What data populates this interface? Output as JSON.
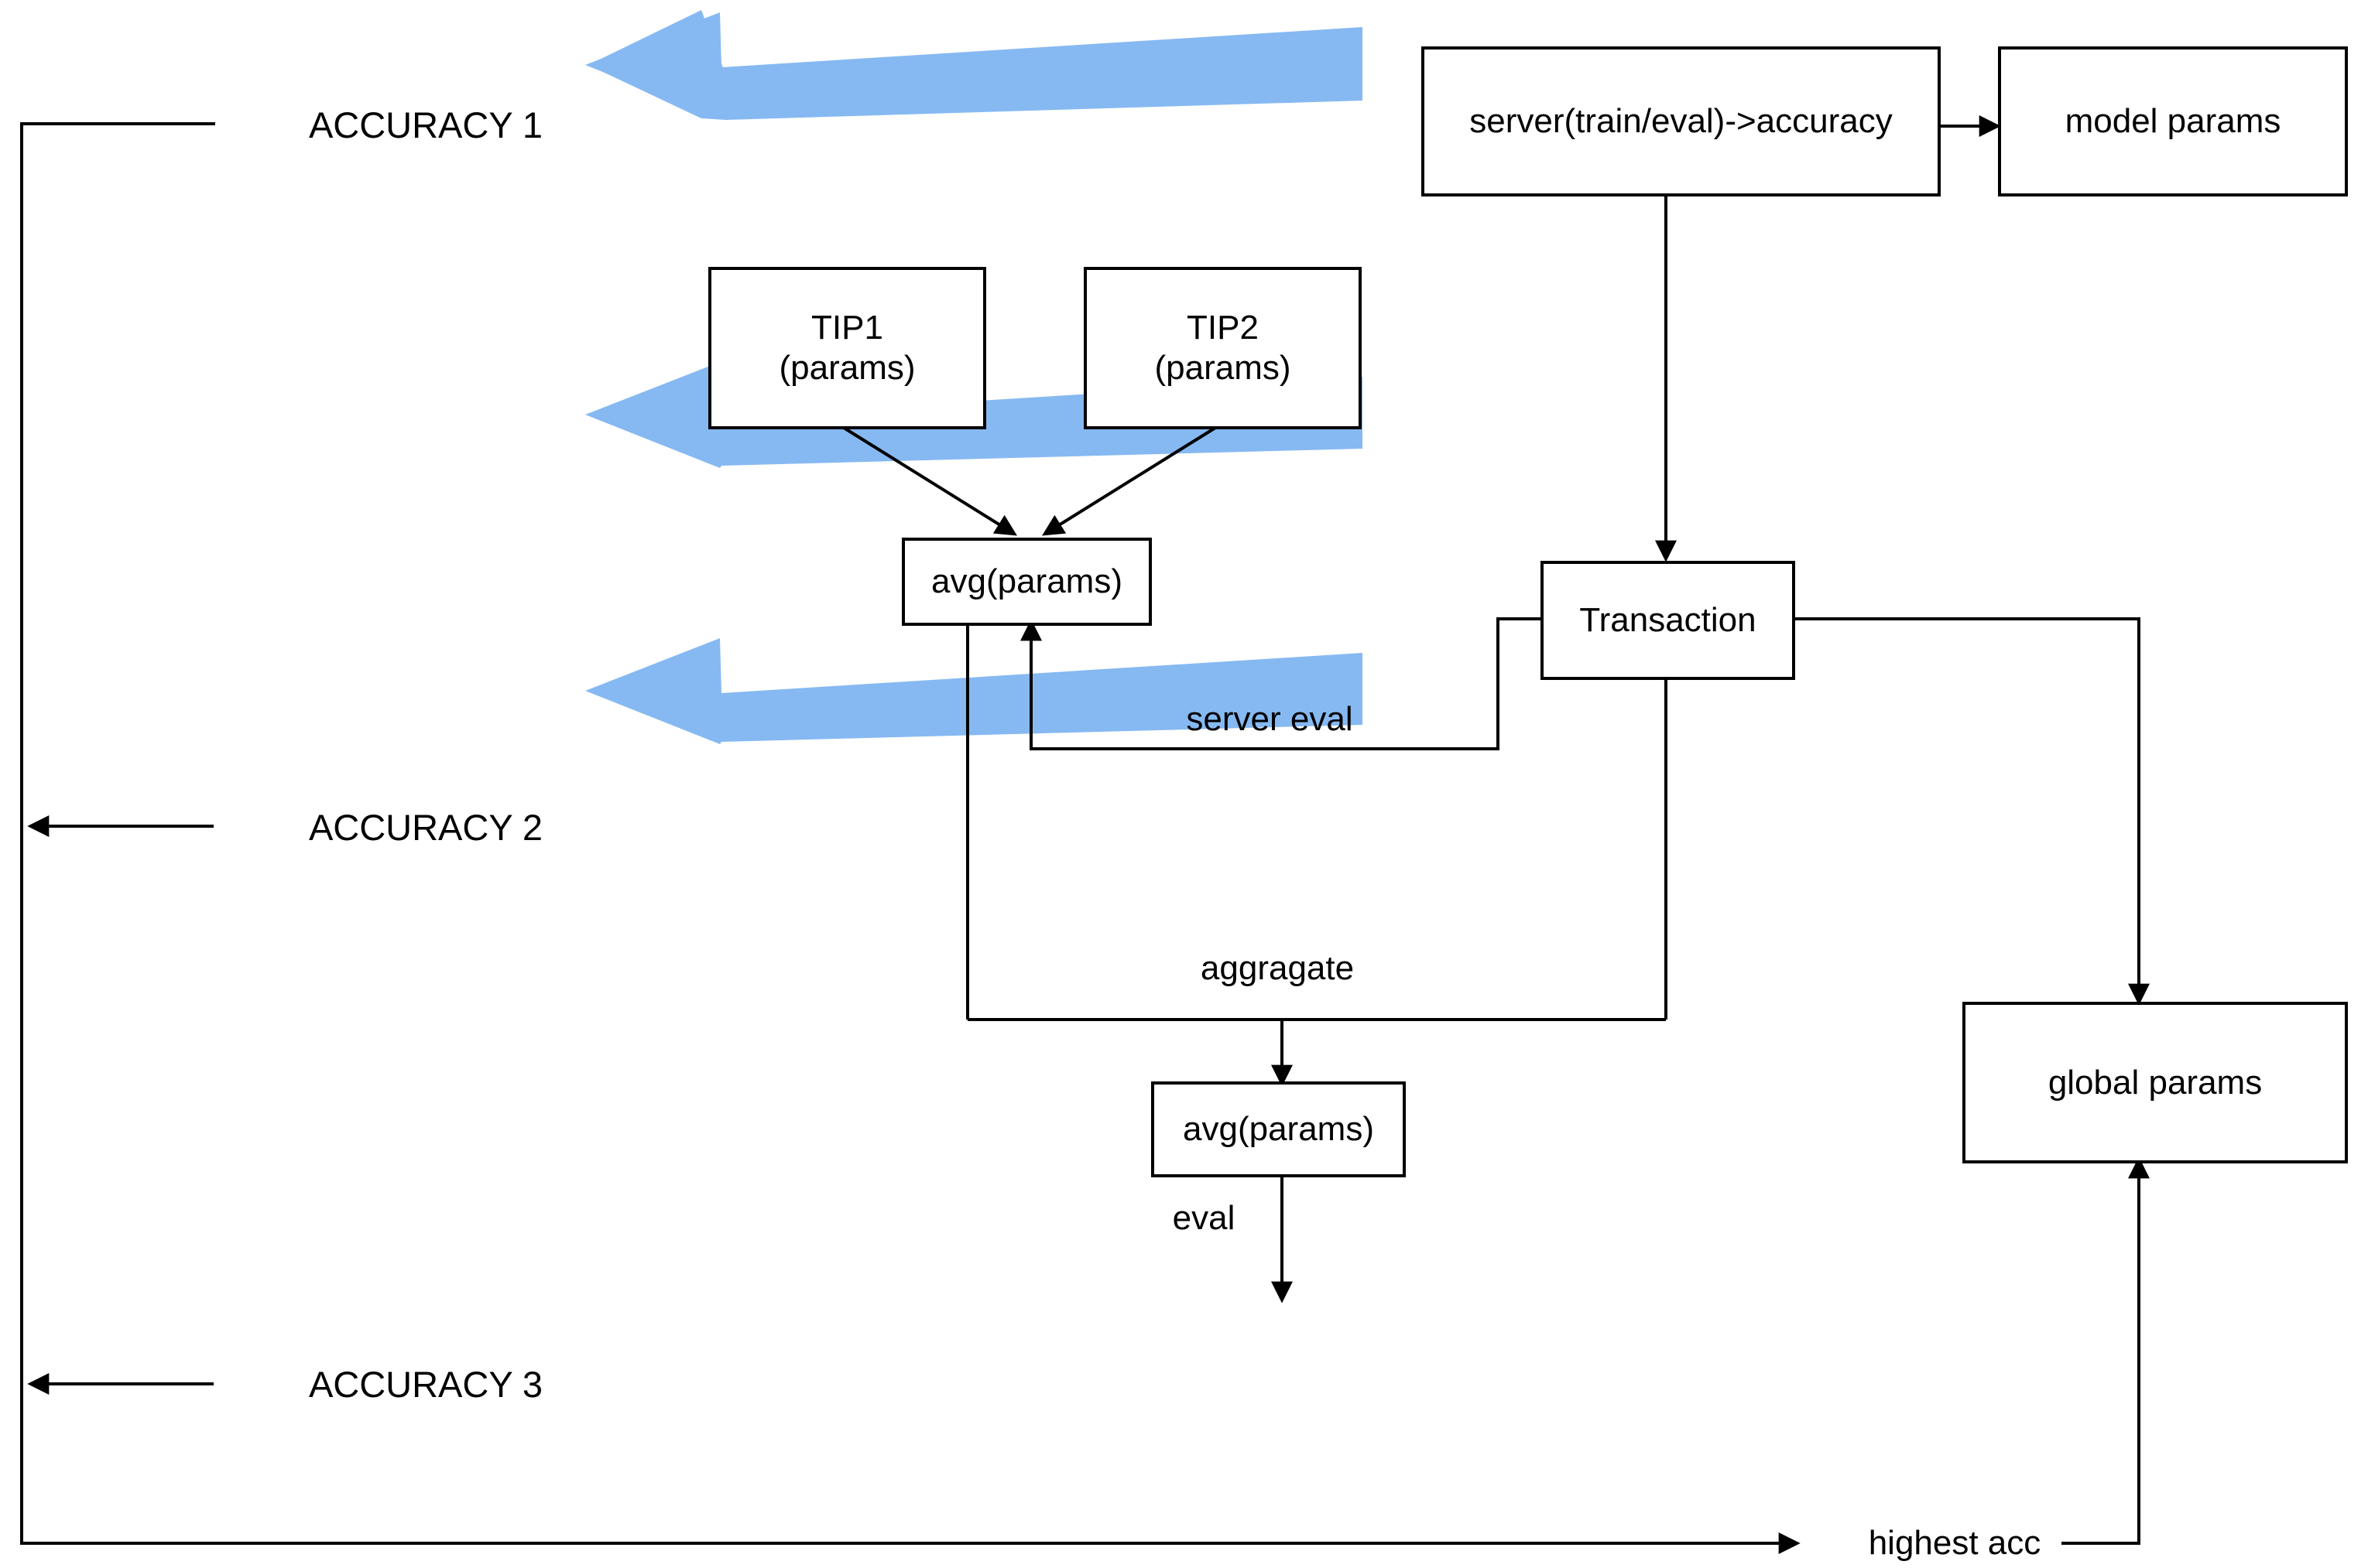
{
  "diagram": {
    "title": "Federated learning accuracy aggregation flow",
    "colors": {
      "accent_blue": "#86b9f2",
      "line": "#000000",
      "box_fill": "#ffffff",
      "background": "#ffffff"
    },
    "nodes": [
      {
        "id": "server_eval_acc",
        "label": "server(train/eval)->accuracy"
      },
      {
        "id": "model_params",
        "label": "model params"
      },
      {
        "id": "tip1",
        "label_line1": "TIP1",
        "label_line2": "(params)"
      },
      {
        "id": "tip2",
        "label_line1": "TIP2",
        "label_line2": "(params)"
      },
      {
        "id": "avg_params_top",
        "label": "avg(params)"
      },
      {
        "id": "transaction",
        "label": "Transaction"
      },
      {
        "id": "avg_params_bottom",
        "label": "avg(params)"
      },
      {
        "id": "global_params",
        "label": "global params"
      }
    ],
    "edge_labels": [
      {
        "id": "server_eval",
        "label": "server eval"
      },
      {
        "id": "aggragate",
        "label": "aggragate"
      },
      {
        "id": "eval",
        "label": "eval"
      },
      {
        "id": "highest_acc",
        "label": "highest acc"
      }
    ],
    "outputs": [
      {
        "id": "accuracy_1",
        "label": "ACCURACY 1"
      },
      {
        "id": "accuracy_2",
        "label": "ACCURACY 2"
      },
      {
        "id": "accuracy_3",
        "label": "ACCURACY 3"
      }
    ]
  }
}
